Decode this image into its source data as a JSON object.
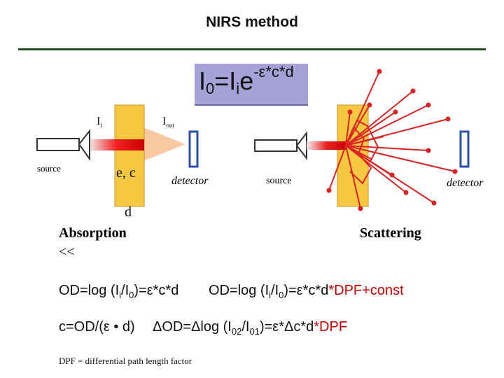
{
  "title": "NIRS method",
  "formula": {
    "main": "I",
    "main_sub": "0",
    "equals": "=I",
    "i_sub": "i",
    "e": "e",
    "exponent": "-ε*c*d"
  },
  "absorption": {
    "label_ii": "I",
    "label_ii_sub": "i",
    "label_iout": "I",
    "label_iout_sub": "out",
    "source": "source",
    "ec": "e, c",
    "detector": "detector",
    "d": "d",
    "heading": "Absorption",
    "symbol": "<<"
  },
  "scattering": {
    "source": "source",
    "detector": "detector",
    "heading": "Scattering"
  },
  "equations": {
    "eq1_a": "OD=log (I",
    "eq1_a_sub1": "i",
    "eq1_a_mid": "/I",
    "eq1_a_sub2": "0",
    "eq1_a_end": ")=ε*c*d",
    "eq1_b": "OD=log (I",
    "eq1_b_sub1": "i",
    "eq1_b_mid": "/I",
    "eq1_b_sub2": "0",
    "eq1_b_end": ")=ε*c*d",
    "eq1_b_red": "*DPF+const",
    "eq2_a": "c=OD/(ε • d)",
    "eq2_b": "ΔOD=Δlog (I",
    "eq2_b_sub1": "02",
    "eq2_b_mid": "/I",
    "eq2_b_sub2": "01",
    "eq2_b_end": ")=ε*Δc*d",
    "eq2_b_red": "*DPF"
  },
  "note": "DPF = differential path length factor",
  "colors": {
    "divider": "#1f4f1f",
    "formula_bg": "#a6a2d8",
    "sample": "#f7c842",
    "beam": "#f8c8a0",
    "detector": "#2b4fa8",
    "scatter": "#dd2222",
    "red_text": "#cc0000"
  }
}
